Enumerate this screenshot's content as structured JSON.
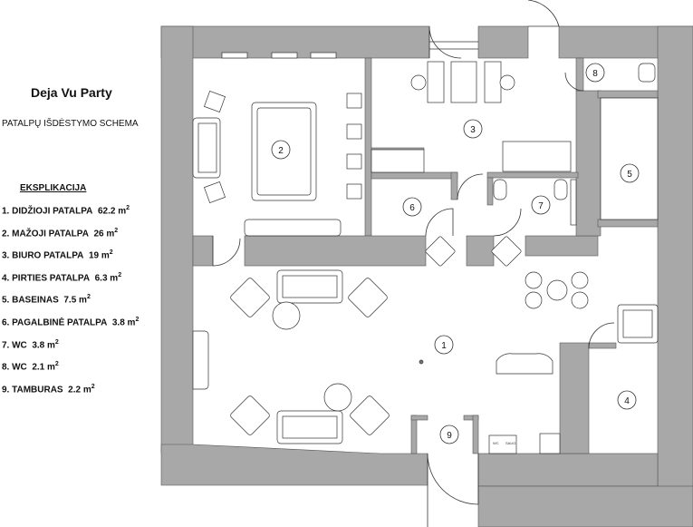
{
  "legend": {
    "title": "Deja Vu Party",
    "subtitle": "PATALPŲ IŠDĖSTYMO SCHEMA",
    "heading": "EKSPLIKACIJA",
    "items": [
      {
        "name": "1. DIDŽIOJI PATALPA",
        "area": "62.2 m",
        "sup": "2"
      },
      {
        "name": "2. MAŽOJI PATALPA",
        "area": "26 m",
        "sup": "2"
      },
      {
        "name": "3. BIURO PATALPA",
        "area": "19 m",
        "sup": "2"
      },
      {
        "name": "4. PIRTIES PATALPA",
        "area": "6.3 m",
        "sup": "2"
      },
      {
        "name": "5. BASEINAS",
        "area": "7.5 m",
        "sup": "2"
      },
      {
        "name": "6. PAGALBINĖ PATALPA",
        "area": "3.8 m",
        "sup": "2"
      },
      {
        "name": "7. WC",
        "area": "3.8 m",
        "sup": "2"
      },
      {
        "name": "8. WC",
        "area": "2.1 m",
        "sup": "2"
      },
      {
        "name": "9. TAMBURAS",
        "area": "2.2 m",
        "sup": "2"
      }
    ]
  },
  "plan": {
    "room_numbers": [
      "1",
      "2",
      "3",
      "4",
      "5",
      "6",
      "7",
      "8",
      "9"
    ],
    "fixture_labels": [
      "WC",
      "SAUG"
    ],
    "colors": {
      "wall": "#a8a8a8",
      "line": "#333333",
      "floor": "#ffffff"
    }
  }
}
